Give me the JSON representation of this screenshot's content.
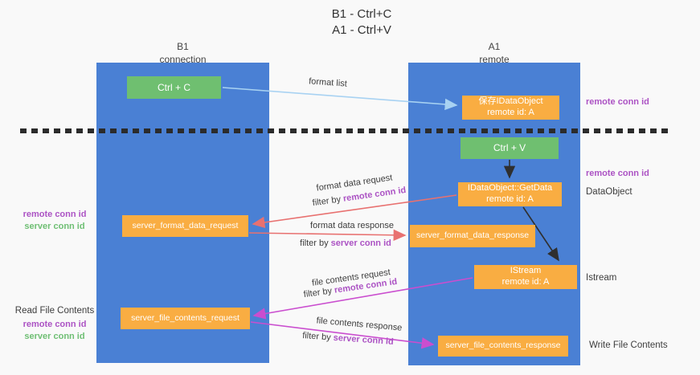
{
  "title": {
    "line1": "B1 - Ctrl+C",
    "line2": "A1 - Ctrl+V"
  },
  "lanes": {
    "left": {
      "title": "B1",
      "subtitle": "connection"
    },
    "right": {
      "title": "A1",
      "subtitle": "remote"
    }
  },
  "boxes": {
    "ctrl_c": {
      "label": "Ctrl + C"
    },
    "ctrl_v": {
      "label": "Ctrl + V"
    },
    "save_dataobject": {
      "line1": "保存IDataObject",
      "line2": "remote id: A"
    },
    "getdata": {
      "line1": "IDataObject::GetData",
      "line2": "remote id: A"
    },
    "istream": {
      "line1": "IStream",
      "line2": "remote id: A"
    },
    "server_format_data_request": {
      "label": "server_format_data_request"
    },
    "server_format_data_response": {
      "label": "server_format_data_response"
    },
    "server_file_contents_request": {
      "label": "server_file_contents_request"
    },
    "server_file_contents_response": {
      "label": "server_file_contents_response"
    }
  },
  "terms": {
    "filter_by": "filter by ",
    "remote_conn_id": "remote conn id",
    "server_conn_id": "server conn id"
  },
  "arrow_labels": {
    "format_list": "format list",
    "format_data_request": "format data request",
    "format_data_response": "format data response",
    "file_contents_request": "file contents request",
    "file_contents_response": "file contents response"
  },
  "side_labels": {
    "read_file_contents": "Read File Contents",
    "write_file_contents": "Write File Contents",
    "dataobject": "DataObject",
    "istream": "Istream"
  },
  "colors": {
    "lane_blue": "#4a80d4",
    "box_orange": "#f9ad42",
    "box_green": "#6fbf70",
    "arrow_light_blue": "#a8d2f2",
    "arrow_salmon": "#e87170",
    "arrow_magenta": "#ca4ecf",
    "arrow_black": "#2f2f2f",
    "text_purple": "#ac53c4",
    "text_green": "#6fbf74"
  }
}
